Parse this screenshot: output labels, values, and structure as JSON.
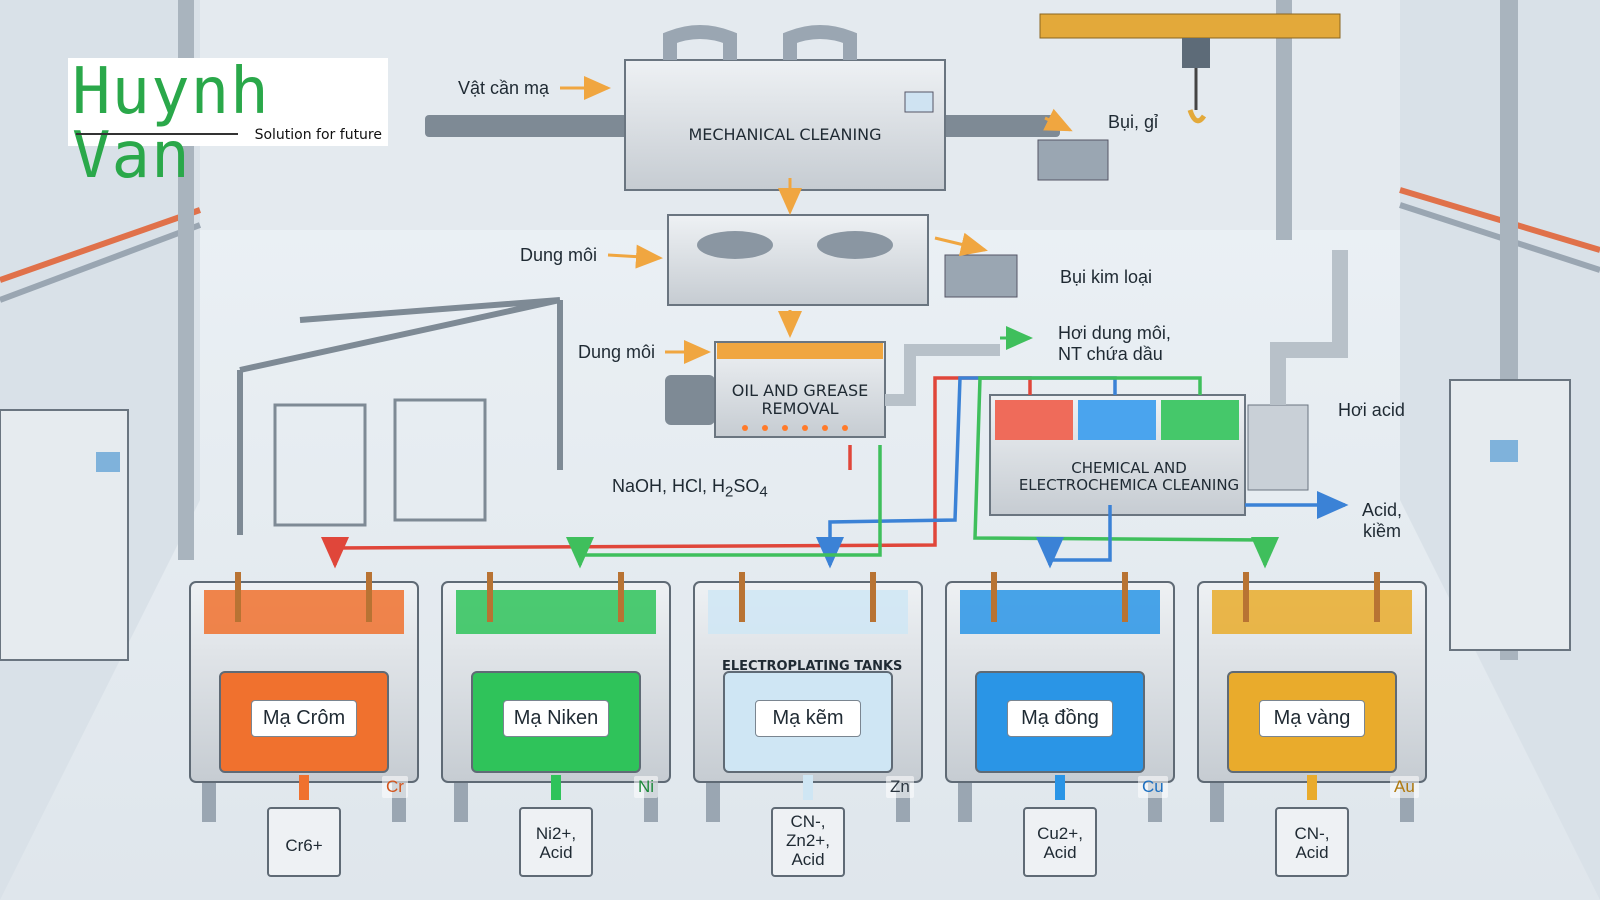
{
  "logo": {
    "brand": "Huynh Van",
    "tagline": "Solution for future",
    "brand_color": "#2aa84a"
  },
  "stages": {
    "mechanical": {
      "title": "MECHANICAL CLEANING",
      "input": "Vật cần mạ",
      "output": "Bụi, gỉ"
    },
    "grinding": {
      "input": "Dung môi",
      "output": "Bụi kim loại"
    },
    "degreasing": {
      "title_line1": "OIL AND GREASE",
      "title_line2": "REMOVAL",
      "input": "Dung môi",
      "output_line1": "Hơi dung môi,",
      "output_line2": "NT chứa dầu",
      "reagents": "NaOH, HCl, H",
      "reagents_sub": "2",
      "reagents_tail": "SO",
      "reagents_sub2": "4"
    },
    "chemical": {
      "title_line1": "CHEMICAL AND",
      "title_line2": "ELECTROCHEMICA CLEANING",
      "vapor": "Hơi acid",
      "output_line1": "Acid,",
      "output_line2": "kiềm"
    }
  },
  "electroplating": {
    "title": "ELECTROPLATING TANKS",
    "tanks": [
      {
        "label": "Mạ Crôm",
        "symbol": "Cr",
        "waste": [
          "Cr6+"
        ],
        "color": "#f0712e",
        "symbol_color": "#d2541c"
      },
      {
        "label": "Mạ Niken",
        "symbol": "Ni",
        "waste": [
          "Ni2+,",
          "Acid"
        ],
        "color": "#2fc35a",
        "symbol_color": "#1f8a3c"
      },
      {
        "label": "Mạ kẽm",
        "symbol": "Zn",
        "waste": [
          "CN-,",
          "Zn2+,",
          "Acid"
        ],
        "color": "#cfe6f4",
        "symbol_color": "#2b3640"
      },
      {
        "label": "Mạ đồng",
        "symbol": "Cu",
        "waste": [
          "Cu2+,",
          "Acid"
        ],
        "color": "#2a95e6",
        "symbol_color": "#1c6fc0"
      },
      {
        "label": "Mạ vàng",
        "symbol": "Au",
        "waste": [
          "CN-,",
          "Acid"
        ],
        "color": "#e9ab2c",
        "symbol_color": "#b07a10"
      }
    ]
  },
  "pipe_colors": {
    "acid": "#e0463a",
    "alkali": "#3b82d6",
    "rinse": "#3fbf5c",
    "flow": "#f2b04a"
  }
}
